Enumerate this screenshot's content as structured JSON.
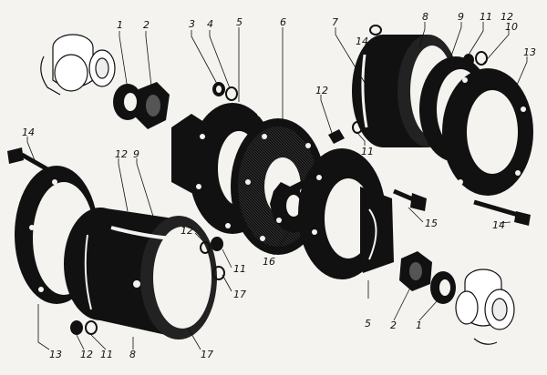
{
  "labels": {
    "n1": "1",
    "n2": "2",
    "n3": "3",
    "n4": "4",
    "n5": "5",
    "n6": "6",
    "n7": "7",
    "n8": "8",
    "n9": "9",
    "n10": "10",
    "n11": "11",
    "n12": "12",
    "n13": "13",
    "n14": "14",
    "n15": "15",
    "n16": "16",
    "n17": "17"
  },
  "colors": {
    "ink": "#111111",
    "paper": "#f4f3ef",
    "shade": "#555555"
  }
}
